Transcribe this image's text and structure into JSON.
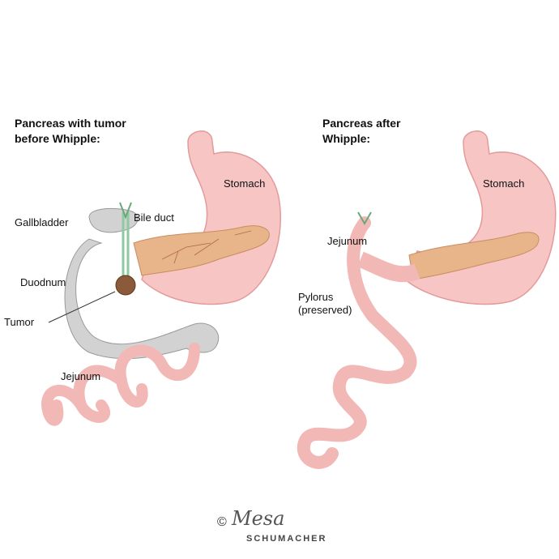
{
  "left_panel": {
    "title_line1": "Pancreas with tumor",
    "title_line2": "before Whipple:",
    "labels": {
      "stomach": "Stomach",
      "gallbladder": "Gallbladder",
      "bile_duct": "Bile duct",
      "duodenum": "Duodnum",
      "tumor": "Tumor",
      "jejunum": "Jejunum"
    }
  },
  "right_panel": {
    "title_line1": "Pancreas after",
    "title_line2": "Whipple:",
    "labels": {
      "stomach": "Stomach",
      "jejunum": "Jejunum",
      "pylorus_line1": "Pylorus",
      "pylorus_line2": "(preserved)"
    }
  },
  "credit": {
    "copyright": "©",
    "script": "Mesa",
    "name": "SCHUMACHER"
  },
  "colors": {
    "organ_pink": "#f7c6c4",
    "organ_outline": "#e39a9a",
    "pancreas": "#e8b48a",
    "gray_organ": "#d2d2d2",
    "bile_green": "#8ec9a0",
    "tumor": "#8a5a3a"
  }
}
